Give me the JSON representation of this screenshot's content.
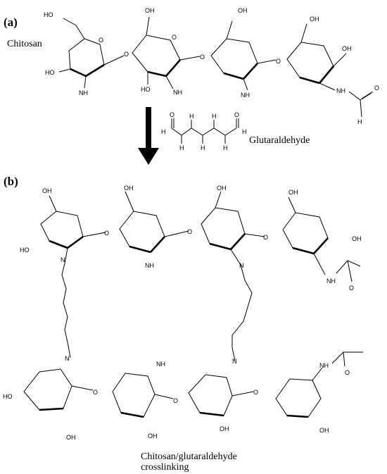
{
  "panel_a": {
    "label": "(a)",
    "compound": "Chitosan"
  },
  "reagent": {
    "name": "Glutaraldehyde"
  },
  "panel_b": {
    "label": "(b)",
    "caption_line1": "Chitosan/glutaraldehyde",
    "caption_line2": "crosslinking"
  },
  "atoms": {
    "O": "O",
    "H": "H",
    "OH": "OH",
    "HO": "HO",
    "NH": "NH",
    "N": "N"
  },
  "colors": {
    "ink": "#000000",
    "background": "#ffffff"
  }
}
